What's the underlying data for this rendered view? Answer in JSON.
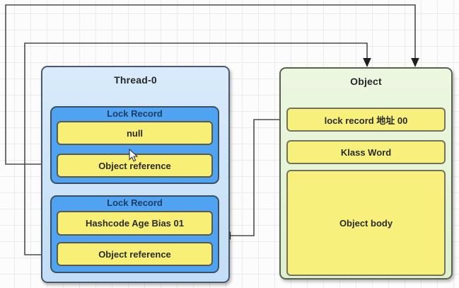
{
  "diagram": {
    "description": "Java lightweight-lock diagram: a thread stack with lock records pointing to an object header",
    "thread": {
      "title": "Thread-0",
      "lock_records": [
        {
          "title": "Lock Record",
          "cells": [
            "null",
            "Object reference"
          ]
        },
        {
          "title": "Lock Record",
          "cells": [
            "Hashcode Age Bias 01",
            "Object reference"
          ]
        }
      ]
    },
    "object": {
      "title": "Object",
      "cells": [
        "lock record 地址 00",
        "Klass Word",
        "Object body"
      ]
    },
    "edges": [
      {
        "from": "thread.lock_records.0.cells.1",
        "to": "object.top",
        "style": "arrow-down-into-object"
      },
      {
        "from": "thread.lock_records.1.cells.1",
        "to": "object.top",
        "style": "arrow-down-into-object"
      },
      {
        "from": "object.cells.0",
        "to": "thread.lock_records.1",
        "style": "arrow-left-into-lock-record"
      }
    ],
    "colors": {
      "thread_fill": "#cde3f7",
      "thread_border": "#49596b",
      "lock_record_fill": "#4fa3f0",
      "lock_record_title_text": "#1c3e66",
      "cell_fill_yellow": "#f7ef76",
      "object_fill": "#e6f4d8",
      "object_border": "#56624d",
      "connector": "#4d4d4d",
      "arrowhead": "#1f1f1f",
      "grid_line": "#ececec"
    },
    "cursor_present": "true"
  }
}
